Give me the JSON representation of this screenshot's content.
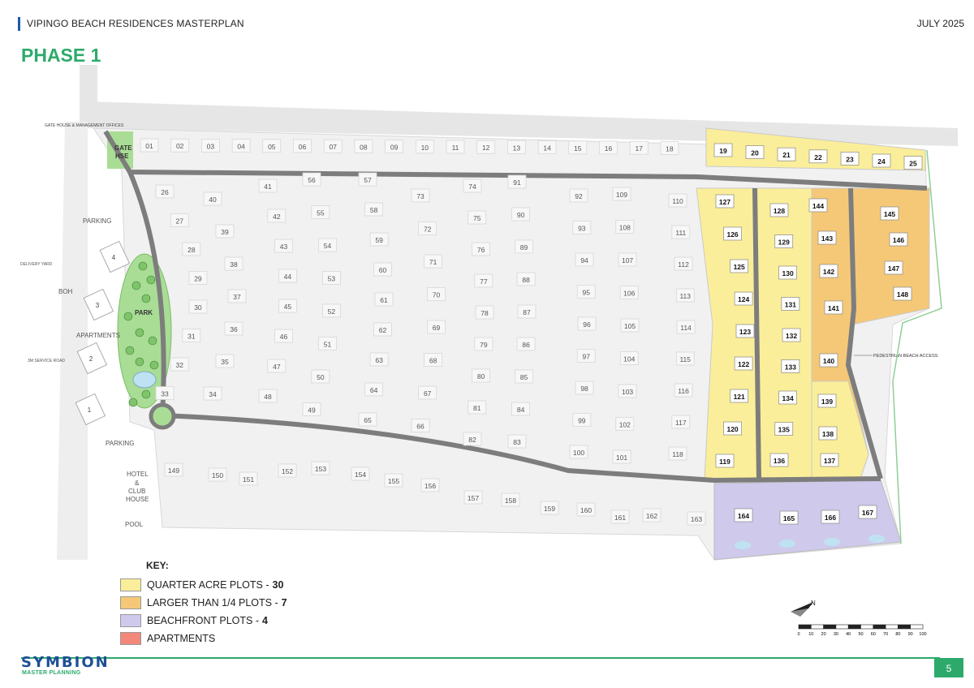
{
  "header": {
    "title": "VIPINGO BEACH RESIDENCES MASTERPLAN",
    "date": "JULY 2025",
    "phase": "PHASE 1"
  },
  "map_labels": {
    "gate_house": "GATE HOUSE & MANAGEMENT OFFICES",
    "gate_hse_1": "GATE",
    "gate_hse_2": "HSE",
    "parking_top": "PARKING",
    "parking_bottom": "PARKING",
    "delivery_yard": "DELIVERY YARD",
    "boh": "BOH",
    "apartments": "APARTMENTS",
    "service_road": "3M SERVICE ROAD",
    "park": "PARK",
    "hotel_1": "HOTEL",
    "hotel_2": "&",
    "hotel_3": "CLUB",
    "hotel_4": "HOUSE",
    "pool": "POOL",
    "beach_access": "PEDESTRIAN BEACH ACCESS",
    "apartment_blocks": [
      "4",
      "3",
      "2",
      "1"
    ]
  },
  "plots": {
    "north_row": [
      "01",
      "02",
      "03",
      "04",
      "05",
      "06",
      "07",
      "08",
      "09",
      "10",
      "11",
      "12",
      "13",
      "14",
      "15",
      "16",
      "17",
      "18"
    ],
    "north_row_quarter": [
      "19",
      "20",
      "21",
      "22",
      "23",
      "24",
      "25"
    ],
    "col_a": [
      "26",
      "27",
      "28",
      "29",
      "30",
      "31",
      "32",
      "33"
    ],
    "col_b": [
      "40",
      "39",
      "38",
      "37",
      "36",
      "35",
      "34"
    ],
    "col_c": [
      "41",
      "42",
      "43",
      "44",
      "45",
      "46",
      "47",
      "48"
    ],
    "col_d": [
      "56",
      "55",
      "54",
      "53",
      "52",
      "51",
      "50",
      "49"
    ],
    "col_e": [
      "57",
      "58",
      "59",
      "60",
      "61",
      "62",
      "63",
      "64",
      "65"
    ],
    "col_f": [
      "73",
      "72",
      "71",
      "70",
      "69",
      "68",
      "67",
      "66"
    ],
    "col_g": [
      "74",
      "75",
      "76",
      "77",
      "78",
      "79",
      "80",
      "81",
      "82"
    ],
    "col_h": [
      "91",
      "90",
      "89",
      "88",
      "87",
      "86",
      "85",
      "84",
      "83"
    ],
    "col_i": [
      "92",
      "93",
      "94",
      "95",
      "96",
      "97",
      "98",
      "99",
      "100"
    ],
    "col_j": [
      "109",
      "108",
      "107",
      "106",
      "105",
      "104",
      "103",
      "102",
      "101"
    ],
    "col_k": [
      "110",
      "111",
      "112",
      "113",
      "114",
      "115",
      "116",
      "117",
      "118"
    ],
    "quarter_col_1": [
      "127",
      "126",
      "125",
      "124",
      "123",
      "122",
      "121",
      "120",
      "119"
    ],
    "quarter_col_2": [
      "128",
      "129",
      "130",
      "131",
      "132",
      "133",
      "134",
      "135",
      "136"
    ],
    "quarter_col_3": [
      "144",
      "143",
      "142",
      "139",
      "138",
      "137"
    ],
    "larger": [
      "145",
      "146",
      "147",
      "148",
      "141",
      "140"
    ],
    "south_row": [
      "149",
      "150",
      "151",
      "152",
      "153",
      "154",
      "155",
      "156",
      "157",
      "158",
      "159",
      "160",
      "161",
      "162",
      "163"
    ],
    "beachfront": [
      "164",
      "165",
      "166",
      "167"
    ]
  },
  "key": {
    "title": "KEY:",
    "items": [
      {
        "label": "QUARTER ACRE PLOTS -",
        "count": "30",
        "color": "#fbee9a"
      },
      {
        "label": "LARGER THAN 1/4 PLOTS -",
        "count": "7",
        "color": "#f5c878"
      },
      {
        "label": "BEACHFRONT PLOTS -",
        "count": "4",
        "color": "#cfcaec"
      },
      {
        "label": "APARTMENTS",
        "count": "",
        "color": "#f2877a"
      }
    ]
  },
  "scale_labels": [
    "0",
    "10",
    "20",
    "30",
    "40",
    "50",
    "60",
    "70",
    "80",
    "90",
    "100"
  ],
  "compass_letter": "N",
  "footer": {
    "brand": "SYMBION",
    "brand_sub": "MASTER PLANNING",
    "page": "5"
  },
  "colors": {
    "quarter": "#fbee9a",
    "larger": "#f5c878",
    "beachfront": "#cfcaec",
    "road": "#7d7d7d",
    "green": "#a9dd95",
    "accent": "#2daa6b"
  }
}
